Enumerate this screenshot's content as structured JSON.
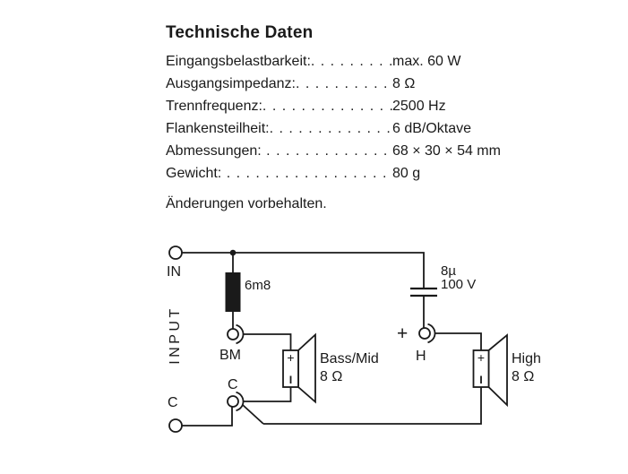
{
  "specs": {
    "title": "Technische Daten",
    "rows": [
      {
        "label": "Eingangsbelastbarkeit:",
        "dots": ". . . . . . . . . . . . .",
        "value": "max. 60 W"
      },
      {
        "label": "Ausgangsimpedanz:",
        "dots": ". . . . . . . . . . . . . . . .",
        "value": "8 Ω"
      },
      {
        "label": "Trennfrequenz:",
        "dots": ". . . . . . . . . . . . . . . . . . .",
        "value": "2500 Hz"
      },
      {
        "label": "Flankensteilheit:",
        "dots": ". . . . . . . . . . . . . . . . . .",
        "value": "6 dB/Oktave"
      },
      {
        "label": "Abmessungen:",
        "dots": " . . . . . . . . . . . . . . . . . . .",
        "value": "68 × 30 × 54 mm"
      },
      {
        "label": "Gewicht:",
        "dots": " . . . . . . . . . . . . . . . . . . . . . . .",
        "value": "80 g"
      }
    ],
    "note": "Änderungen vorbehalten."
  },
  "schematic": {
    "line_color": "#1a1a1a",
    "input_terminal_label": "IN",
    "input_vertical_label": "INPUT",
    "common_terminal_label": "C",
    "inductor_value": "6m8",
    "capacitor_value": "8µ",
    "capacitor_voltage": "100 V",
    "bm_connector_label": "BM",
    "c_connector_label": "C",
    "h_connector_label": "H",
    "h_plus_sign": "+",
    "bass_mid_speaker": {
      "name": "Bass/Mid",
      "impedance": "8 Ω",
      "plus_mark": "+"
    },
    "high_speaker": {
      "name": "High",
      "impedance": "8 Ω",
      "plus_mark": "+"
    }
  }
}
